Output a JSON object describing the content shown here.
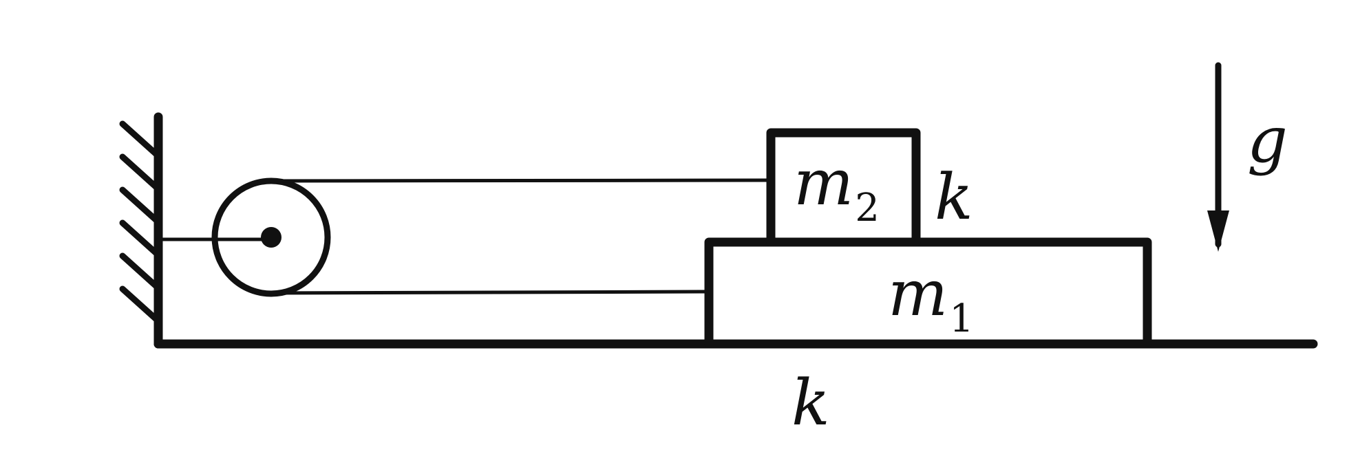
{
  "labels": {
    "upper_block": {
      "symbol": "m",
      "subscript": "2"
    },
    "lower_block": {
      "symbol": "m",
      "subscript": "1"
    },
    "upper_friction": "k",
    "lower_friction": "k",
    "gravity": "g"
  },
  "colors": {
    "ink": "#111111",
    "background": "#ffffff"
  }
}
